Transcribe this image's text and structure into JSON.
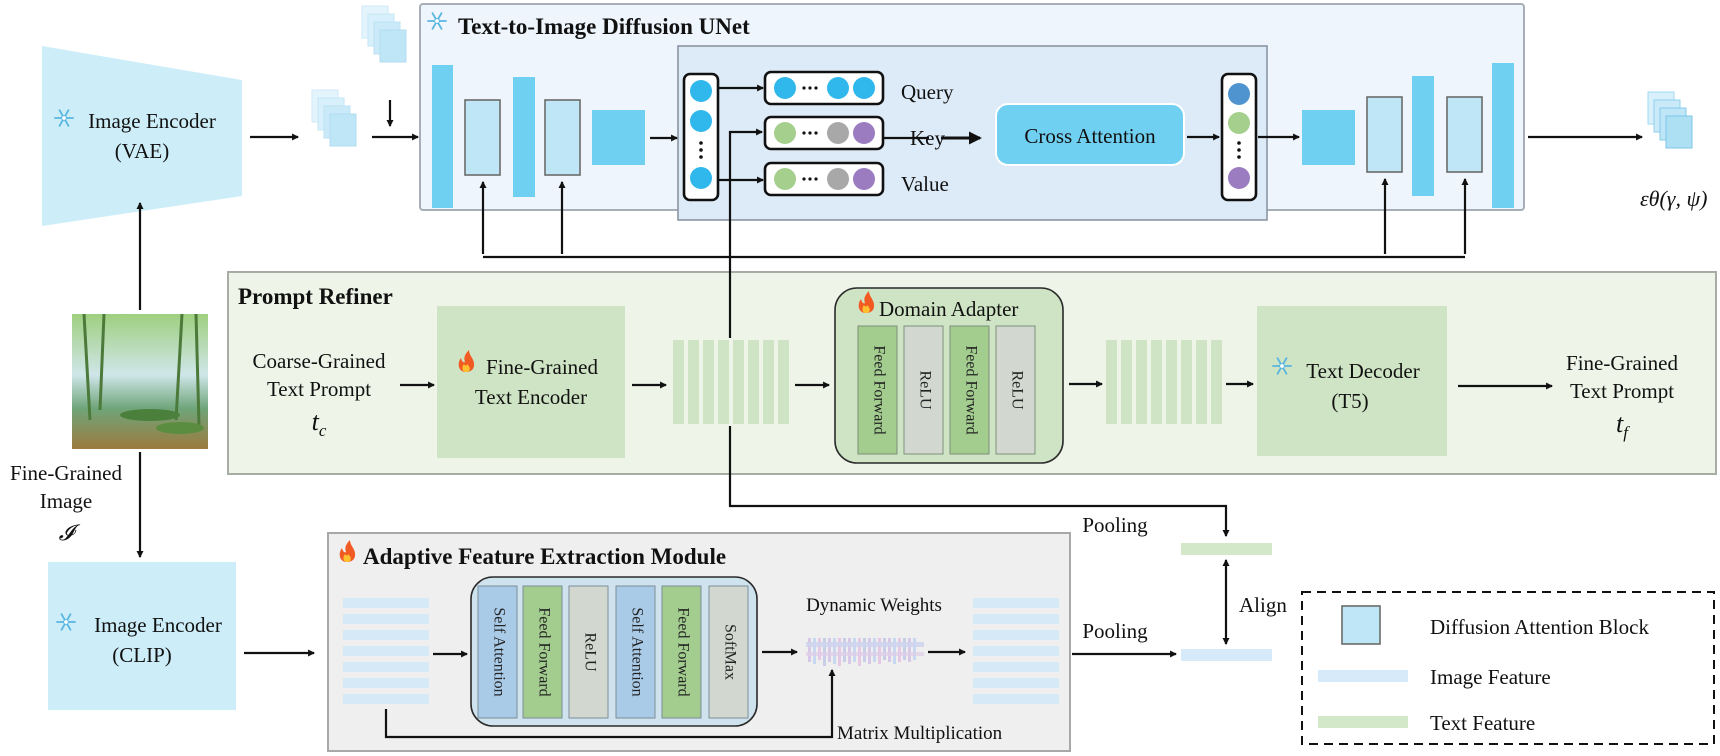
{
  "colors": {
    "unet_bg": "#eef5fc",
    "attn_bg": "#dcebf7",
    "refiner_bg": "#eef5e8",
    "afem_bg": "#efefef",
    "block_cyan": "#70d0f1",
    "block_light": "#bfe6f6",
    "text_green": "#cfe4c4",
    "ff_green": "#a3cc8f",
    "relu_gray": "#d2d8d0",
    "attn_blue": "#a9cbe8",
    "node_cyan": "#30b8ec",
    "node_green": "#a5cf8c",
    "node_gray": "#a8a8a8",
    "node_purple": "#9b7cc1",
    "node_darkblue": "#4f93cf"
  },
  "icons": {
    "frozen": "snowflake-icon",
    "trainable": "fire-icon"
  },
  "unet": {
    "title": "Text-to-Image Diffusion UNet",
    "query_label": "Query",
    "key_label": "Key",
    "value_label": "Value",
    "cross_attention": "Cross Attention",
    "output": "εθ(γ, ψ)"
  },
  "vae": {
    "line1": "Image Encoder",
    "line2": "(VAE)"
  },
  "input_image": {
    "label_line1": "Fine-Grained",
    "label_line2": "Image",
    "symbol": "𝓘"
  },
  "refiner": {
    "title": "Prompt Refiner",
    "coarse_line1": "Coarse-Grained",
    "coarse_line2": "Text Prompt",
    "coarse_symbol": "t",
    "coarse_sub": "c",
    "encoder_line1": "Fine-Grained",
    "encoder_line2": "Text Encoder",
    "adapter_title": "Domain Adapter",
    "adapter_layers": [
      "Feed Forward",
      "ReLU",
      "Feed Forward",
      "ReLU"
    ],
    "decoder_line1": "Text Decoder",
    "decoder_line2": "(T5)",
    "fine_line1": "Fine-Grained",
    "fine_line2": "Text Prompt",
    "fine_symbol": "t",
    "fine_sub": "f"
  },
  "clip": {
    "line1": "Image Encoder",
    "line2": "(CLIP)"
  },
  "afem": {
    "title": "Adaptive Feature Extraction Module",
    "layers": [
      "Self Attention",
      "Feed Forward",
      "ReLU",
      "Self Attention",
      "Feed Forward",
      "SoftMax"
    ],
    "dynamic_weights": "Dynamic Weights",
    "matrix_mult": "Matrix Multiplication"
  },
  "align": {
    "pooling_top": "Pooling",
    "pooling_bottom": "Pooling",
    "align": "Align"
  },
  "legend": {
    "items": [
      "Diffusion Attention Block",
      "Image Feature",
      "Text Feature"
    ]
  }
}
